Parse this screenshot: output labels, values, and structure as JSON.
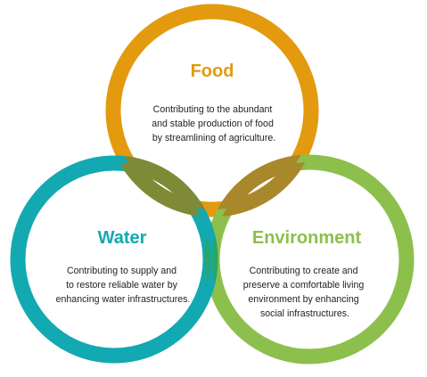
{
  "colors": {
    "food": "#E39A0E",
    "water": "#12A9B2",
    "environment": "#8CBF4C",
    "overlap_food_water": "#7E8A35",
    "overlap_food_environment": "#A8882A",
    "overlap_water_environment": "#28A768",
    "text": "#222222"
  },
  "circles": {
    "food": {
      "title": "Food",
      "lines": [
        "Contributing to the abundant",
        "and stable production of food",
        "by streamlining of agriculture."
      ]
    },
    "water": {
      "title": "Water",
      "lines": [
        "Contributing to supply and",
        "to restore reliable water by",
        "enhancing water infrastructures."
      ]
    },
    "environment": {
      "title": "Environment",
      "lines": [
        "Contributing to create and",
        "preserve a comfortable living",
        "environment by enhancing",
        "social infrastructures."
      ]
    }
  }
}
